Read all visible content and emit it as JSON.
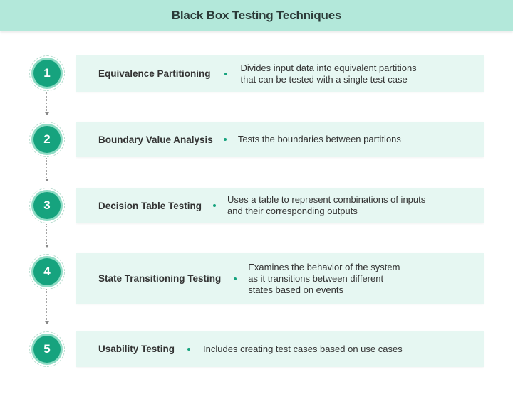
{
  "header": {
    "title": "Black Box Testing Techniques"
  },
  "colors": {
    "header_bg": "#b3e8da",
    "card_bg": "#e6f7f2",
    "badge": "#16a37e",
    "badge_ring": "#8fdcc5",
    "text": "#333333"
  },
  "techniques": [
    {
      "number": "1",
      "title": "Equivalence Partitioning",
      "description": "Divides input data into equivalent partitions that can be tested with a single test case",
      "lines": [
        "Divides input data into equivalent partitions",
        "that can be tested with a single test case"
      ]
    },
    {
      "number": "2",
      "title": "Boundary Value Analysis",
      "description": "Tests the boundaries between partitions",
      "lines": [
        "Tests the boundaries between partitions"
      ]
    },
    {
      "number": "3",
      "title": "Decision Table Testing",
      "description": "Uses a table to represent combinations of inputs and their corresponding outputs",
      "lines": [
        "Uses a table to represent combinations of inputs",
        "and their corresponding outputs"
      ]
    },
    {
      "number": "4",
      "title": "State Transitioning Testing",
      "description": "Examines the behavior of the system as it transitions between different states based on events",
      "lines": [
        "Examines the behavior of the system",
        "as it transitions between different",
        "states based on events"
      ]
    },
    {
      "number": "5",
      "title": "Usability Testing",
      "description": "Includes creating test cases based on use cases",
      "lines": [
        "Includes creating test cases based on use cases"
      ]
    }
  ]
}
